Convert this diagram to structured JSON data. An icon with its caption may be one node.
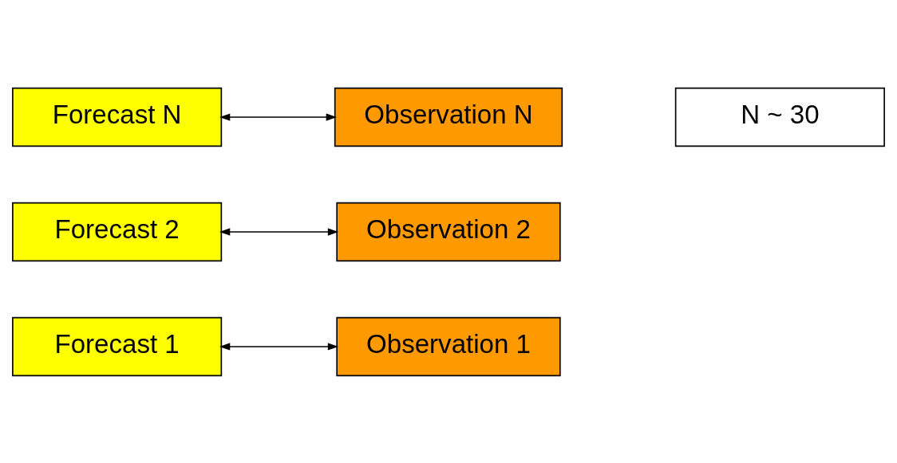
{
  "diagram": {
    "nodes": [
      {
        "text": [
          "Forecast 1"
        ]
      },
      {
        "text": [
          "Observation 1"
        ]
      },
      {
        "text": [
          "Forecast 2"
        ]
      },
      {
        "text": [
          "Observation 2"
        ]
      },
      {
        "text": [
          "Forecast N"
        ]
      },
      {
        "text": [
          "Observation N"
        ]
      },
      {
        "text": [
          "N ~ 30"
        ]
      }
    ],
    "edges": [
      {
        "from": 0,
        "to": 1,
        "arrow": "both"
      },
      {
        "from": 2,
        "to": 3,
        "arrow": "both"
      },
      {
        "from": 4,
        "to": 5,
        "arrow": "both"
      }
    ]
  }
}
